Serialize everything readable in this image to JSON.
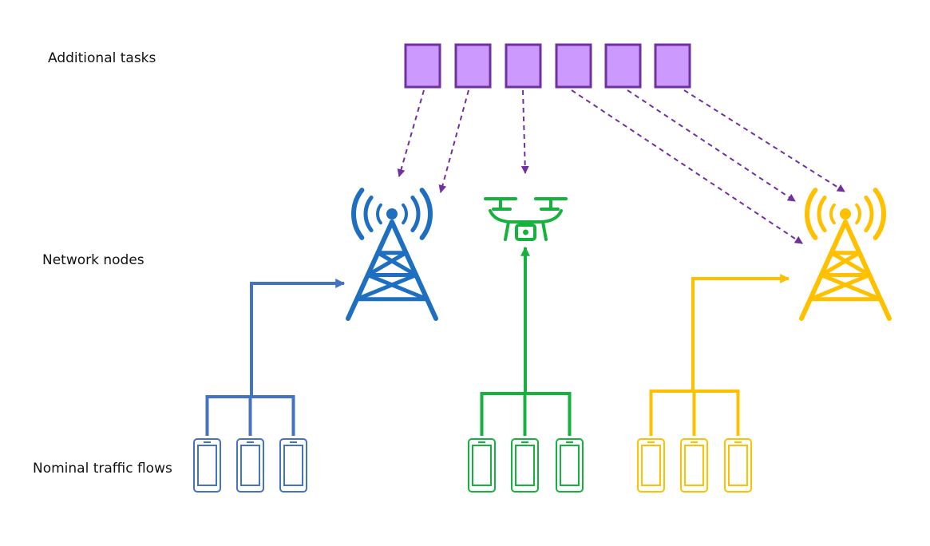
{
  "labels": {
    "tasks": "Additional tasks",
    "nodes": "Network nodes",
    "flows": "Nominal traffic flows"
  },
  "colors": {
    "task_fill": "#cc99ff",
    "task_border": "#7030a0",
    "task_arrow": "#7030a0",
    "blue_tower": "#1f6fc1",
    "blue_flow": "#4472c4",
    "green": "#15b33e",
    "yellow": "#ffc000"
  },
  "diagram": {
    "task_count": 6,
    "nodes": [
      {
        "id": "blue-tower",
        "kind": "cell-tower",
        "color": "blue"
      },
      {
        "id": "green-drone",
        "kind": "drone",
        "color": "green"
      },
      {
        "id": "yellow-tower",
        "kind": "cell-tower",
        "color": "yellow"
      }
    ],
    "task_assignment": [
      "blue-tower",
      "blue-tower",
      "green-drone",
      "yellow-tower",
      "yellow-tower",
      "yellow-tower"
    ],
    "flow_groups": [
      {
        "target": "blue-tower",
        "devices": 3,
        "color": "blue"
      },
      {
        "target": "green-drone",
        "devices": 3,
        "color": "green"
      },
      {
        "target": "yellow-tower",
        "devices": 3,
        "color": "yellow"
      }
    ]
  }
}
